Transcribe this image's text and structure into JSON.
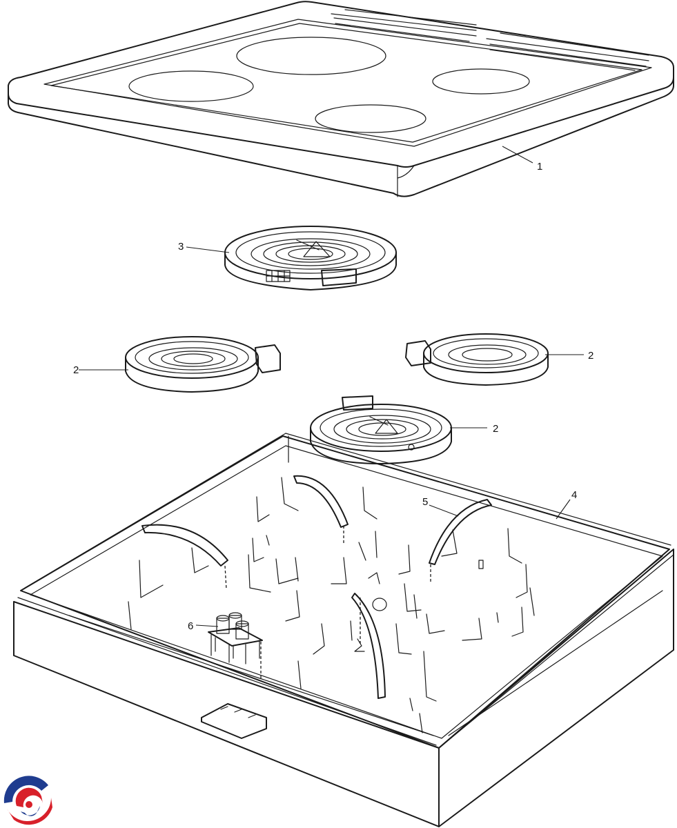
{
  "parts": [
    {
      "id": "cooktop-glass-top",
      "label": "1"
    },
    {
      "id": "heating-element-small-left",
      "label": "2"
    },
    {
      "id": "heating-element-small-right",
      "label": "2"
    },
    {
      "id": "heating-element-small-front",
      "label": "2"
    },
    {
      "id": "heating-element-large",
      "label": "3"
    },
    {
      "id": "cooktop-box",
      "label": "4"
    },
    {
      "id": "clamp-bracket",
      "label": "5"
    },
    {
      "id": "terminal-block",
      "label": "6"
    }
  ],
  "logo": {
    "name": "brand-logo",
    "colors": [
      "#1f3c8f",
      "#d8202a"
    ]
  },
  "colors": {
    "line": "#1a1a1a",
    "shade": "#d9d9d9",
    "shade_dark": "#b5b5b5",
    "paper": "#ffffff"
  }
}
